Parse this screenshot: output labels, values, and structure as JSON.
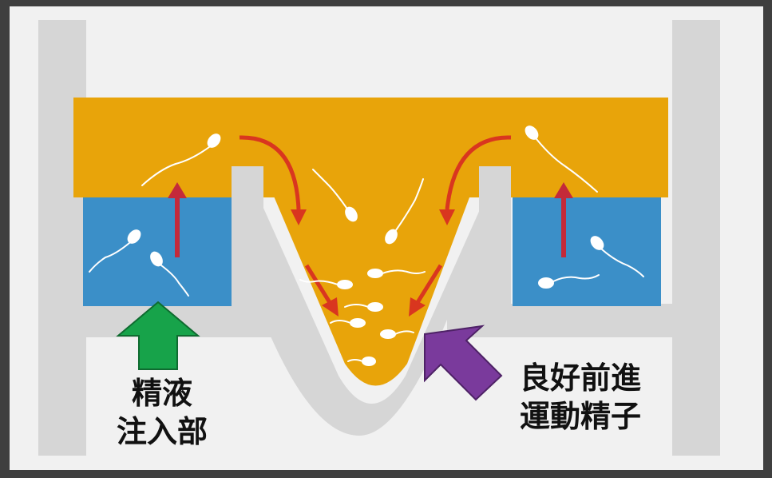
{
  "labels": {
    "inlet": [
      "精液",
      "注入部"
    ],
    "motile": [
      "良好前進",
      "運動精子"
    ]
  },
  "colors": {
    "background_frame": "#3f3f3f",
    "panel": "#f1f1f1",
    "device_wall": "#d6d6d6",
    "medium_upper": "#e8a40a",
    "semen_chamber": "#3b8fc8",
    "flow_arrow": "#d9361f",
    "rise_arrow": "#c42a3a",
    "inlet_arrow": "#17a34a",
    "collect_arrow": "#7a3a9c",
    "sperm": "#ffffff"
  },
  "icons": {
    "inlet_arrow": "green-up-arrow-icon",
    "collect_arrow": "purple-diagonal-arrow-icon",
    "flow_arrows": "red-curved-arrow-icon",
    "rise_arrows": "red-up-arrow-icon",
    "sperm": "sperm-cell-icon"
  }
}
